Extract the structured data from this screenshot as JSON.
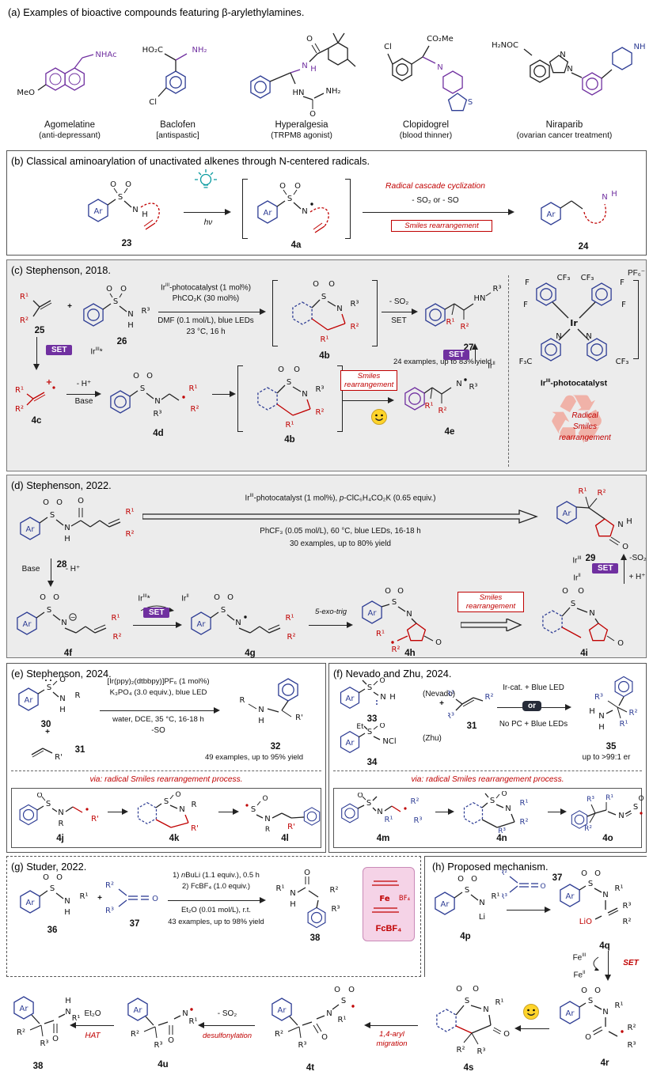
{
  "c": {
    "Ar": "Ar",
    "S": "S",
    "O": "O",
    "N": "N",
    "H": "H",
    "Li": "Li",
    "R": "R",
    "r1": "R¹",
    "r2": "R²",
    "r3": "R³",
    "rp": "R'",
    "plus": "+",
    "minus": "−",
    "Et": "Et",
    "Fe": "Fe",
    "Ir": "Ir",
    "F": "F",
    "CF3": "CF₃",
    "F3C": "F₃C",
    "NCl": "NCl",
    "LiO": "LiO",
    "BF4": "BF₄",
    "PF6": "PF₆⁻",
    "Cl": "Cl",
    "NH2": "NH₂",
    "MeO": "MeO",
    "NHAc": "NHAc",
    "HO2C": "HO₂C",
    "CO2Me": "CO₂Me",
    "H2NOC": "H₂NOC",
    "HN": "HN",
    "NH": "NH",
    "set": "SET",
    "smiles": "Smiles rearrangement"
  },
  "a": {
    "title": "(a) Examples of bioactive compounds featuring β-arylethylamines.",
    "compounds": [
      {
        "name": "Agomelatine",
        "desc": "(anti-depressant)"
      },
      {
        "name": "Baclofen",
        "desc": "[antispastic]"
      },
      {
        "name": "Hyperalgesia",
        "desc": "(TRPM8 agonist)"
      },
      {
        "name": "Clopidogrel",
        "desc": "(blood thinner)"
      },
      {
        "name": "Niraparib",
        "desc": "(ovarian cancer treatment)"
      }
    ]
  },
  "b": {
    "title": "(b) Classical aminoarylation of unactivated alkenes through N-centered radicals.",
    "n23": "23",
    "n4a": "4a",
    "n24": "24",
    "hv": "hν",
    "t1": "Radical cascade cyclization",
    "t2": "- SO₂ or - SO"
  },
  "cc": {
    "title": "(c) Stephenson, 2018.",
    "n25": "25",
    "n26": "26",
    "n27": "27",
    "n4b": "4b",
    "n4c": "4c",
    "n4d": "4d",
    "n4e": "4e",
    "cond1": "Ir<sup>III</sup>-photocatalyst (1 mol%)",
    "cond2": "PhCO₂K (30 mol%)",
    "cond3": "DMF (0.1 mol/L), blue LEDs",
    "cond4": "23 °C, 16 h",
    "mso2": "- SO₂",
    "set": "SET",
    "yield": "24 examples, up to 83% yield",
    "ir3s": "Ir<sup>III</sup>*",
    "ir2": "Ir<sup>II</sup>",
    "mh": "- H⁺",
    "base": "Base",
    "cat": "Ir<sup>III</sup>-photocatalyst",
    "rec1": "Radical",
    "rec2": "Smiles",
    "rec3": "rearrangement"
  },
  "d": {
    "title": "(d) Stephenson, 2022.",
    "n28": "28",
    "n29": "29",
    "n4f": "4f",
    "n4g": "4g",
    "n4h": "4h",
    "n4i": "4i",
    "cond1": "Ir<sup>III</sup>-photocatalyst (1 mol%), <i>p</i>-ClC₆H₄CO₂K (0.65 equiv.)",
    "cond2": "PhCF₃ (0.05 mol/L), 60 °C, blue LEDs, 16-18 h",
    "cond3": "30 examples, up to 80% yield",
    "base": "Base",
    "mh": "- H⁺",
    "ir3s": "Ir<sup>III</sup>*",
    "ir2": "Ir<sup>II</sup>",
    "ir3": "Ir<sup>III</sup>",
    "exo": "5-exo-trig",
    "mso2": "-SO₂",
    "ph": "+ H⁺"
  },
  "e": {
    "title": "(e) Stephenson, 2024.",
    "n30": "30",
    "n31": "31",
    "n32": "32",
    "n4j": "4j",
    "n4k": "4k",
    "n4l": "4l",
    "cond1": "[Ir(ppy)₂(dtbbpy)]PF₆ (1 mol%)",
    "cond2": "K₃PO₄ (3.0 equiv.), blue LED",
    "cond3": "water, DCE, 35 °C, 16-18 h",
    "cond4": "-SO",
    "yield": "49 examples, up to 95% yield",
    "via": "via: radical Smiles rearrangement process."
  },
  "f": {
    "title": "(f) Nevado and Zhu, 2024.",
    "n33": "33",
    "n34": "34",
    "n31": "31",
    "n35": "35",
    "nev": "(Nevado)",
    "zhu": "(Zhu)",
    "top": "Ir-cat. + Blue LED",
    "or": "or",
    "bot": "No PC + Blue LEDs",
    "er": "up to >99:1 er",
    "via": "via: radical Smiles rearrangement process.",
    "n4m": "4m",
    "n4n": "4n",
    "n4o": "4o"
  },
  "g": {
    "title": "(g) Studer, 2022.",
    "n36": "36",
    "n37": "37",
    "n38": "38",
    "cond1": "1) <i>n</i>BuLi (1.1 equiv.), 0.5 h",
    "cond2": "2) FcBF₄ (1.0 equiv.)",
    "cond3": "Et₂O (0.01 mol/L), r.t.",
    "yield": "43 examples, up to 98% yield",
    "fc": "FcBF₄"
  },
  "h": {
    "title": "(h) Proposed mechanism.",
    "n4p": "4p",
    "n37": "37",
    "n4q": "4q",
    "n4r": "4r",
    "n4s": "4s",
    "n4t": "4t",
    "n4u": "4u",
    "n38": "38",
    "fe3": "Fe<sup>III</sup>",
    "fe2": "Fe<sup>II</sup>",
    "set": "SET",
    "mig1": "1,4-aryl",
    "mig2": "migration",
    "des": "desulfonylation",
    "mso2": "- SO₂",
    "et2o": "Et₂O",
    "hat": "HAT"
  }
}
